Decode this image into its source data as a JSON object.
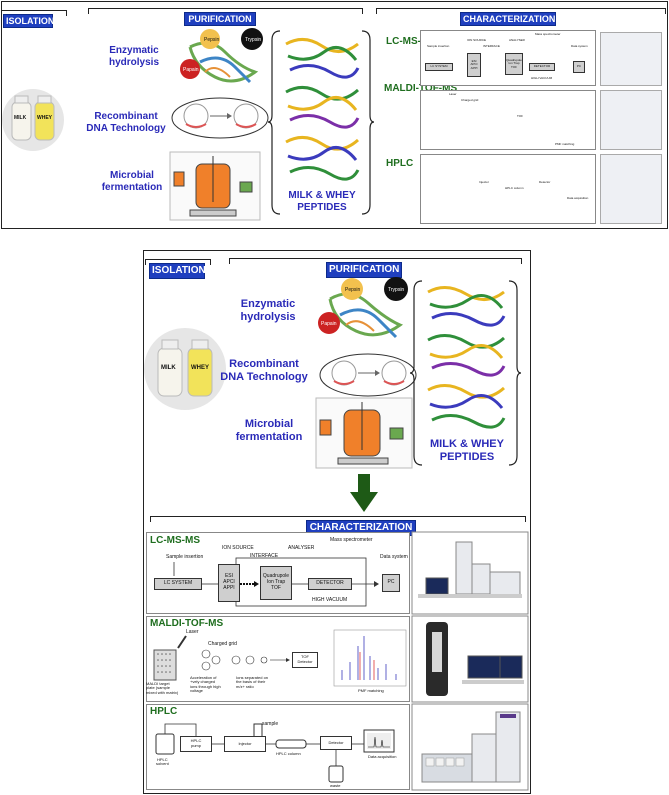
{
  "headers": {
    "isolation": "ISOLATION",
    "purification": "PURIFICATION",
    "characterization": "CHARACTERIZATION"
  },
  "methods": {
    "enzymatic": "Enzymatic hydrolysis",
    "recombinant_line1": "Recombinant",
    "recombinant_line2": "DNA Technology",
    "microbial_line1": "Microbial",
    "microbial_line2": "fermentation"
  },
  "enzymes": {
    "pepsin": "Pepsin",
    "trypsin": "Trypsin",
    "papain": "Papain"
  },
  "bottles": {
    "milk": "MILK",
    "whey": "WHEY"
  },
  "peptides": {
    "line1": "MILK & WHEY",
    "line2": "PEPTIDES"
  },
  "techniques": {
    "lcms": "LC-MS-MS",
    "maldi": "MALDI-TOF-MS",
    "hplc": "HPLC"
  },
  "lcms_diagram": {
    "sample_insertion": "Sample insertion",
    "ion_source": "ION SOURCE",
    "interface": "INTERFACE",
    "analyser": "ANALYSER",
    "mass_spec": "Mass spectrometer",
    "data_system": "Data system",
    "lc_system": "LC SYSTEM",
    "esi_1": "ESI",
    "esi_2": "APCI",
    "esi_3": "APPI",
    "quad_1": "Quadrupole",
    "quad_2": "Ion Trap",
    "quad_3": "TOF",
    "detector": "DETECTOR",
    "pc": "PC",
    "high_vacuum": "HIGH VACUUM"
  },
  "maldi_diagram": {
    "laser": "Laser",
    "charged_grid": "Charged grid",
    "plate_1": "MALDI target",
    "plate_2": "plate (sample",
    "plate_3": "mixed with matrix)",
    "accel_1": "Acceleration of",
    "accel_2": "+vely charged",
    "accel_3": "ions through high",
    "accel_4": "voltage",
    "sep_1": "Ions separated on",
    "sep_2": "the basis of their",
    "sep_3": "m/z+ ratio",
    "tof_1": "TOF",
    "tof_2": "Detector",
    "pmf": "PMF matching"
  },
  "hplc_diagram": {
    "sample": "sample",
    "solvent_1": "HPLC",
    "solvent_2": "solvent",
    "pump_1": "HPLC",
    "pump_2": "pump",
    "injector": "Injector",
    "column": "HPLC column",
    "detector": "Detector",
    "waste": "waste",
    "acq": "Data acquisition"
  },
  "colors": {
    "header_blue": "#1f3fbf",
    "label_blue": "#2a2ab8",
    "technique_green": "#1f6e1f",
    "arrow_green": "#1e5a16",
    "fermenter_orange": "#f0802a"
  }
}
